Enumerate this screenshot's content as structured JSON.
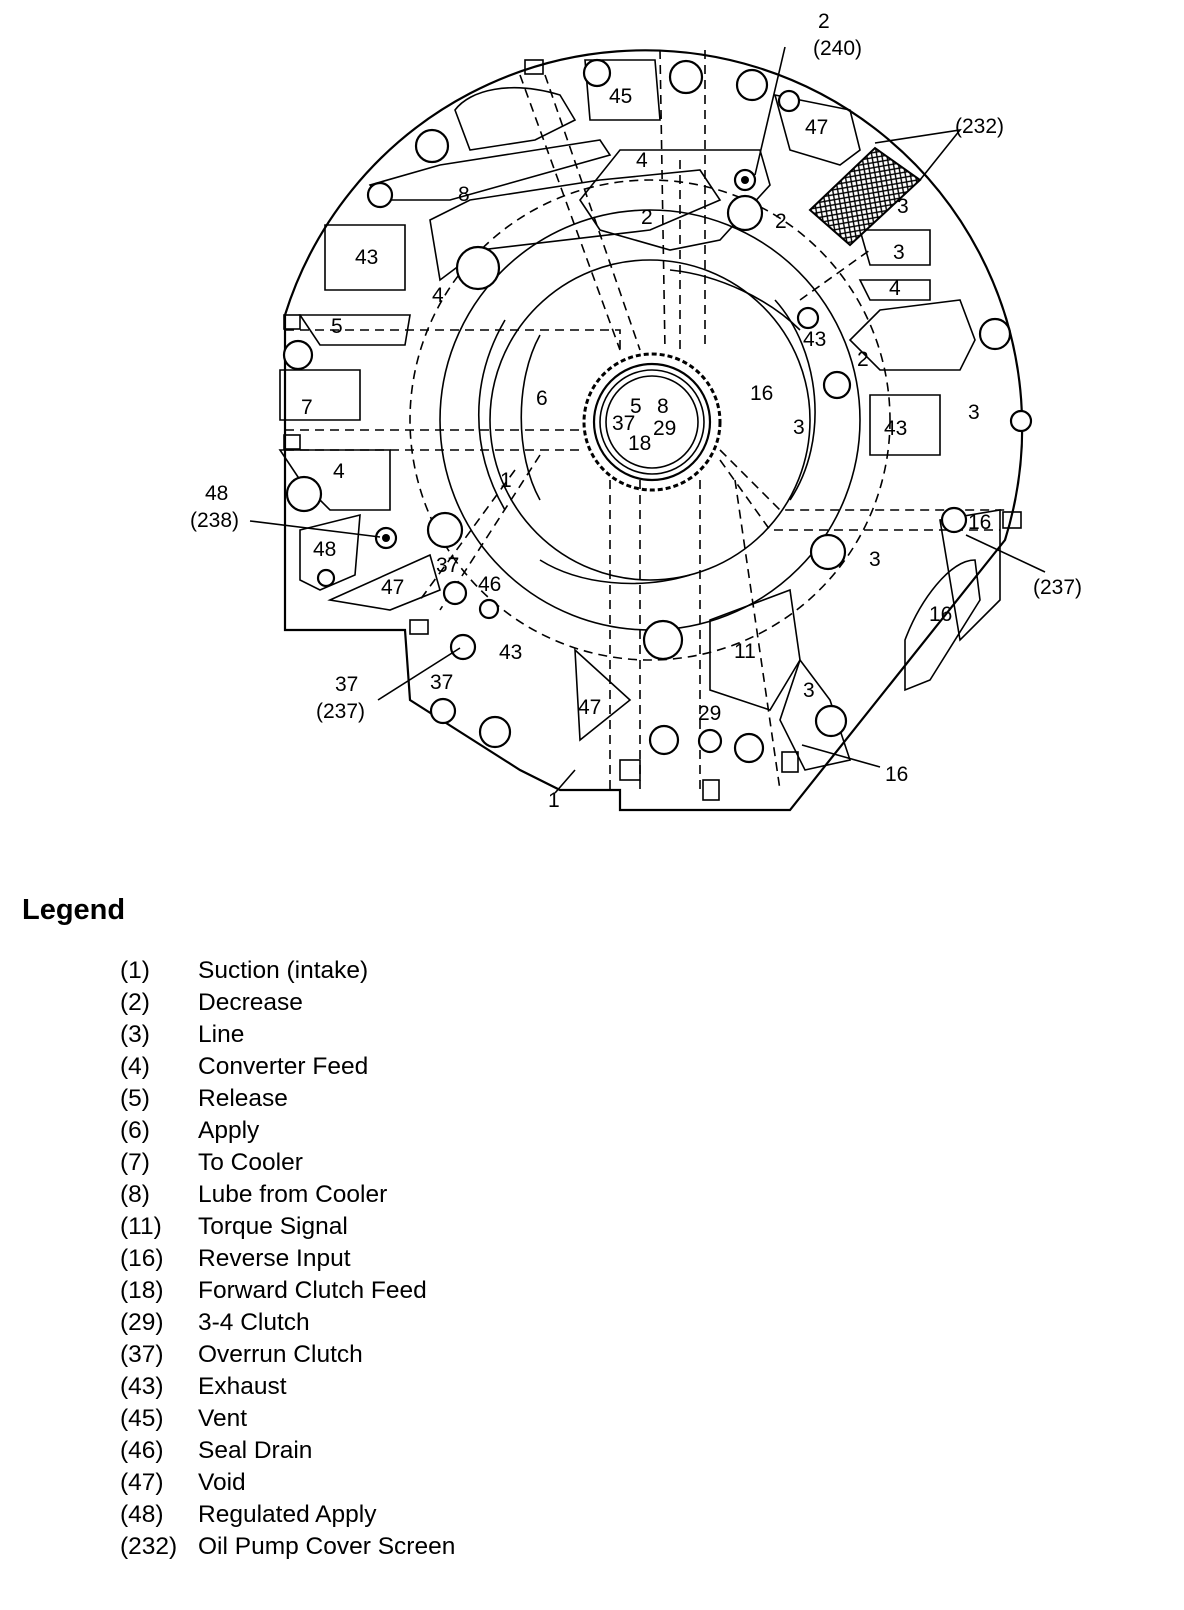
{
  "diagram": {
    "callouts": {
      "c2_top_num": "2",
      "c2_top_ref": "(240)",
      "c232": "(232)",
      "c48_num": "48",
      "c48_ref": "(238)",
      "c37_num": "37",
      "c37_ref": "(237)",
      "c237_right": "(237)",
      "c1_bottom": "1",
      "c16_bottom": "16"
    },
    "passage_labels": [
      "45",
      "47",
      "4",
      "8",
      "2",
      "3",
      "2",
      "3",
      "4",
      "43",
      "4",
      "5",
      "43",
      "2",
      "7",
      "6",
      "5",
      "8",
      "37",
      "29",
      "18",
      "16",
      "3",
      "43",
      "3",
      "4",
      "1",
      "48",
      "16",
      "48",
      "47",
      "37",
      "46",
      "3",
      "16",
      "43",
      "11",
      "37",
      "47",
      "29",
      "3"
    ]
  },
  "legend": {
    "title": "Legend",
    "items": [
      {
        "code": "(1)",
        "label": "Suction (intake)"
      },
      {
        "code": "(2)",
        "label": "Decrease"
      },
      {
        "code": "(3)",
        "label": "Line"
      },
      {
        "code": "(4)",
        "label": "Converter Feed"
      },
      {
        "code": "(5)",
        "label": "Release"
      },
      {
        "code": "(6)",
        "label": "Apply"
      },
      {
        "code": "(7)",
        "label": "To Cooler"
      },
      {
        "code": "(8)",
        "label": "Lube from Cooler"
      },
      {
        "code": "(11)",
        "label": "Torque Signal"
      },
      {
        "code": "(16)",
        "label": "Reverse Input"
      },
      {
        "code": "(18)",
        "label": "Forward Clutch Feed"
      },
      {
        "code": "(29)",
        "label": "3-4 Clutch"
      },
      {
        "code": "(37)",
        "label": "Overrun Clutch"
      },
      {
        "code": "(43)",
        "label": "Exhaust"
      },
      {
        "code": "(45)",
        "label": "Vent"
      },
      {
        "code": "(46)",
        "label": "Seal Drain"
      },
      {
        "code": "(47)",
        "label": "Void"
      },
      {
        "code": "(48)",
        "label": "Regulated Apply"
      },
      {
        "code": "(232)",
        "label": "Oil Pump Cover Screen"
      }
    ]
  }
}
